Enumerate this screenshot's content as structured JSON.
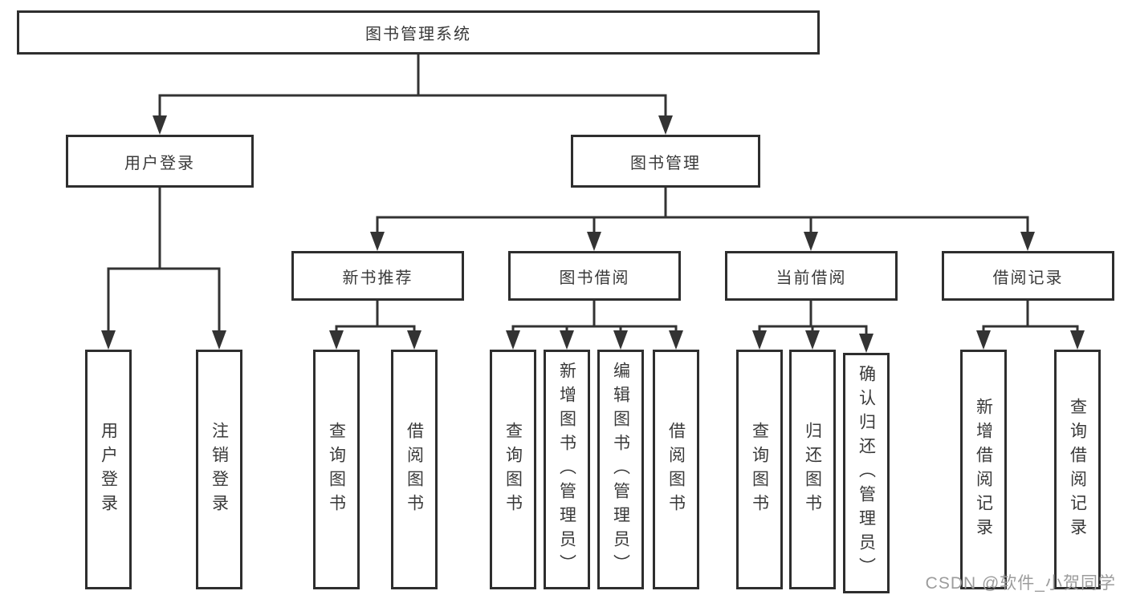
{
  "diagram": {
    "root": "图书管理系统",
    "level2": [
      "用户登录",
      "图书管理"
    ],
    "level3": [
      "新书推荐",
      "图书借阅",
      "当前借阅",
      "借阅记录"
    ],
    "leaves": {
      "user_login": [
        "用户登录",
        "注销登录"
      ],
      "new_book": [
        "查询图书",
        "借阅图书"
      ],
      "book_borrow": [
        "查询图书",
        "新增图书（管理员）",
        "编辑图书（管理员）",
        "借阅图书"
      ],
      "current_borrow": [
        "查询图书",
        "归还图书",
        "确认归还（管理员）"
      ],
      "borrow_record": [
        "新增借阅记录",
        "查询借阅记录"
      ]
    }
  },
  "watermark": "CSDN @软件_小贺同学",
  "colors": {
    "line": "#333333",
    "box_border": "#2e2e2e",
    "text": "#3a3a3a",
    "watermark": "#9c9c9c",
    "background": "#ffffff"
  }
}
